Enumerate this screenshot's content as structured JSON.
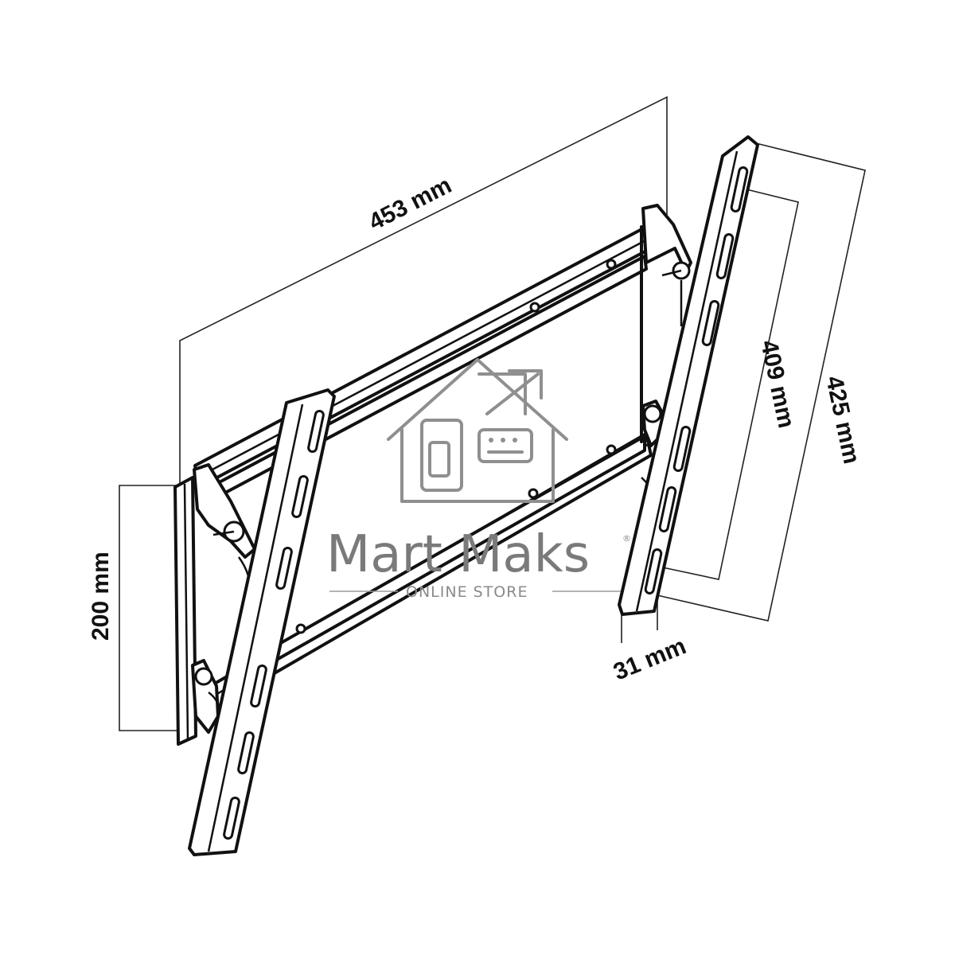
{
  "dimensions": {
    "width_label": "453 mm",
    "height_inner_label": "409 mm",
    "height_outer_label": "425 mm",
    "depth_label": "31 mm",
    "wall_plate_height_label": "200 mm"
  },
  "watermark": {
    "brand": "Mart Maks",
    "tagline": "ONLINE STORE",
    "registered_mark": "®",
    "icon": "house-appliances-arrow-icon"
  },
  "colors": {
    "line": "#111111",
    "watermark": "#8a8a8a",
    "background": "#ffffff"
  }
}
